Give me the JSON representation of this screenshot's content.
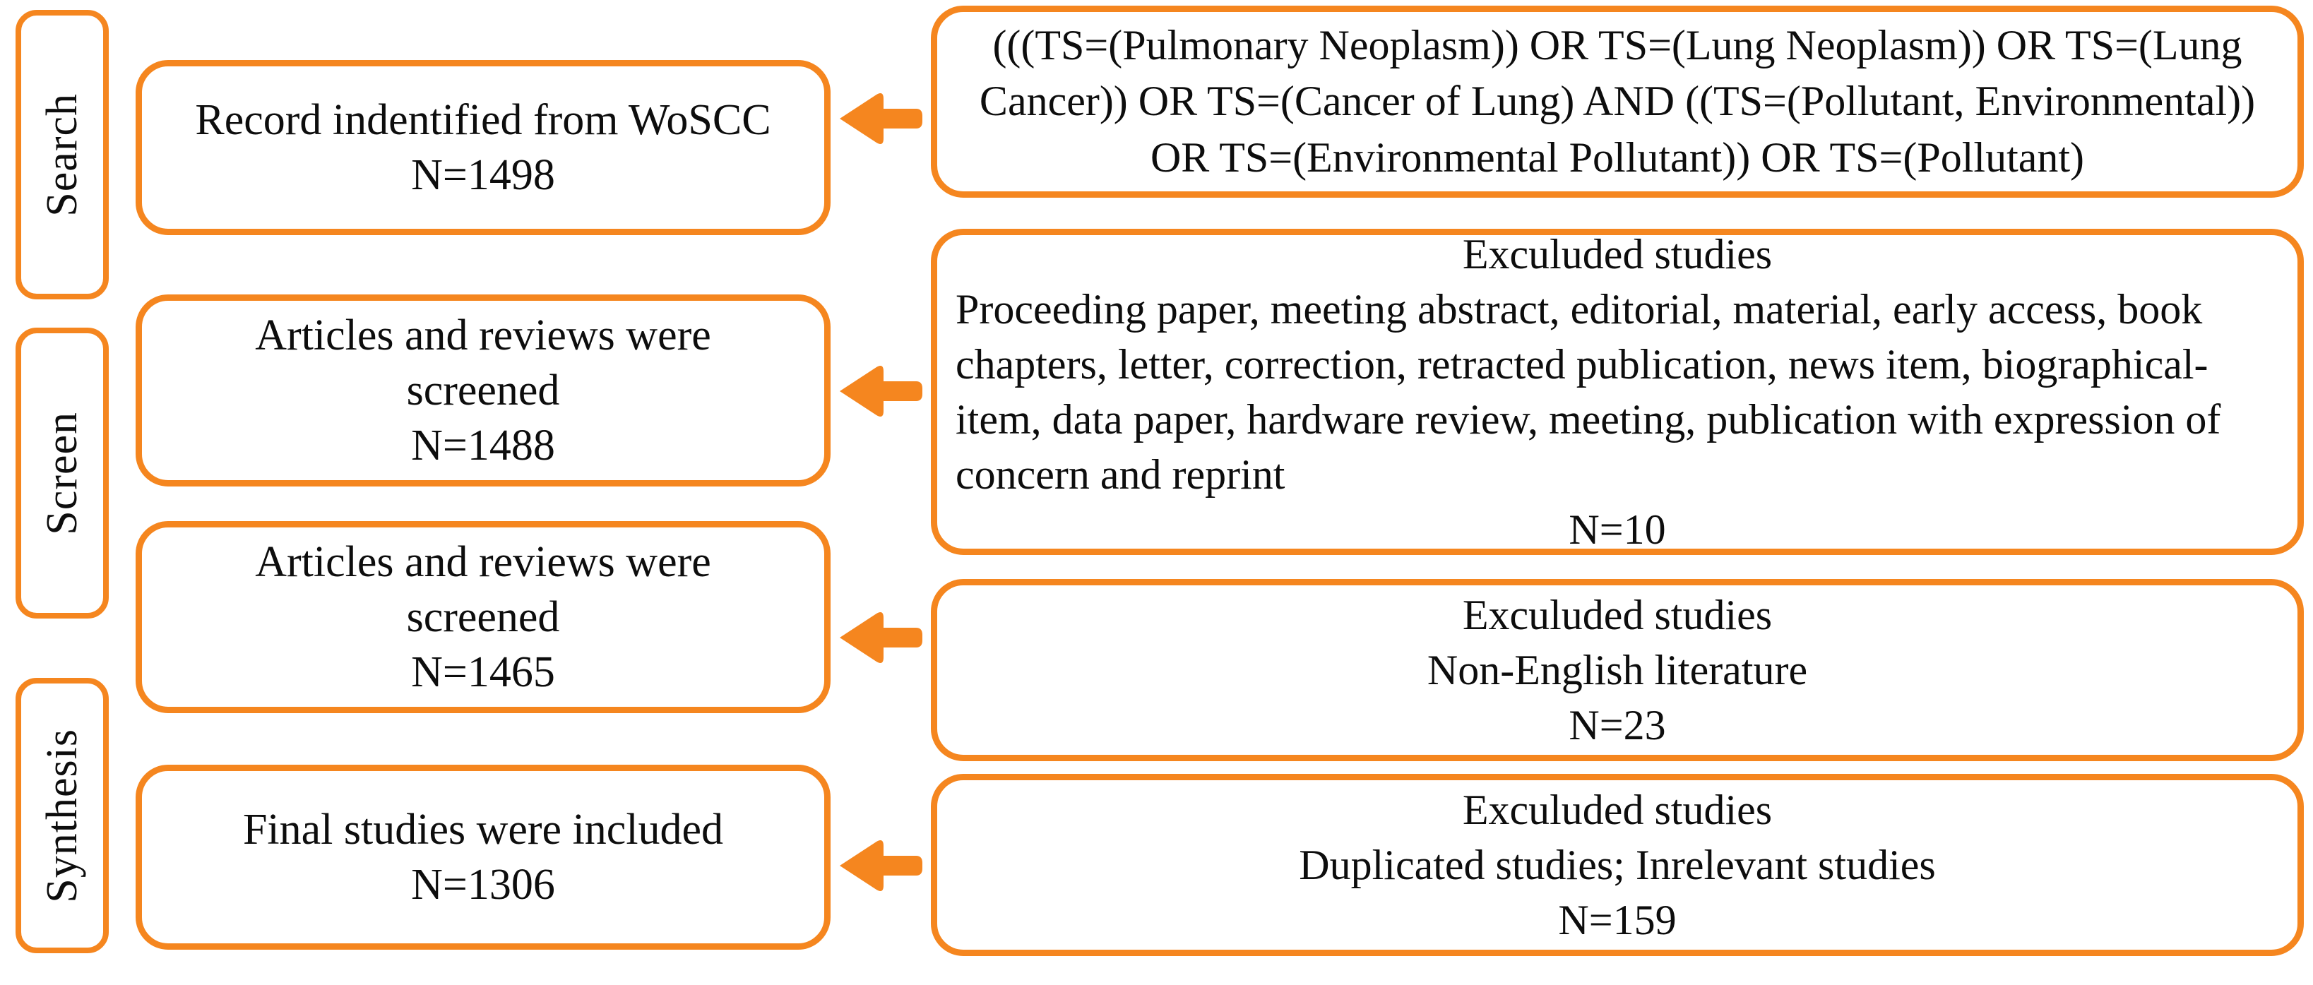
{
  "diagram": {
    "title": "PRISMA-style literature screening flow diagram",
    "accent_color": "#F5861F",
    "text_color": "#0d0d0d",
    "background": "#ffffff",
    "arrow_direction": "left"
  },
  "stages": [
    {
      "label": "Search"
    },
    {
      "label": "Screen"
    },
    {
      "label": "Synthesis"
    }
  ],
  "flow_boxes": [
    {
      "line1": "Record indentified from WoSCC",
      "line2": "N=1498",
      "count": 1498
    },
    {
      "line1": "Articles and reviews were",
      "line2": "screened",
      "line3": "N=1488",
      "count": 1488
    },
    {
      "line1": "Articles and reviews were",
      "line2": "screened",
      "line3": "N=1465",
      "count": 1465
    },
    {
      "line1": "Final studies were included",
      "line2": "N=1306",
      "count": 1306
    }
  ],
  "note_boxes": [
    {
      "kind": "query",
      "text": "(((TS=(Pulmonary Neoplasm)) OR TS=(Lung Neoplasm)) OR TS=(Lung Cancer)) OR TS=(Cancer of Lung) AND ((TS=(Pollutant, Environmental)) OR TS=(Environmental Pollutant)) OR TS=(Pollutant)"
    },
    {
      "kind": "exclusion",
      "heading": "Exculuded studies",
      "body": "Proceeding paper, meeting abstract, editorial, material, early access, book chapters, letter, correction, retracted publication, news item, biographical-item, data paper, hardware review, meeting, publication with expression of concern and reprint",
      "n_label": "N=10",
      "count": 10
    },
    {
      "kind": "exclusion",
      "heading": "Exculuded studies",
      "body": "Non-English literature",
      "n_label": "N=23",
      "count": 23
    },
    {
      "kind": "exclusion",
      "heading": "Exculuded studies",
      "body": "Duplicated studies; Inrelevant studies",
      "n_label": "N=159",
      "count": 159
    }
  ],
  "arrows": [
    {
      "name": "arrow-query-to-record"
    },
    {
      "name": "arrow-exclusion1-to-screen1"
    },
    {
      "name": "arrow-exclusion2-to-screen2"
    },
    {
      "name": "arrow-exclusion3-to-final"
    }
  ]
}
